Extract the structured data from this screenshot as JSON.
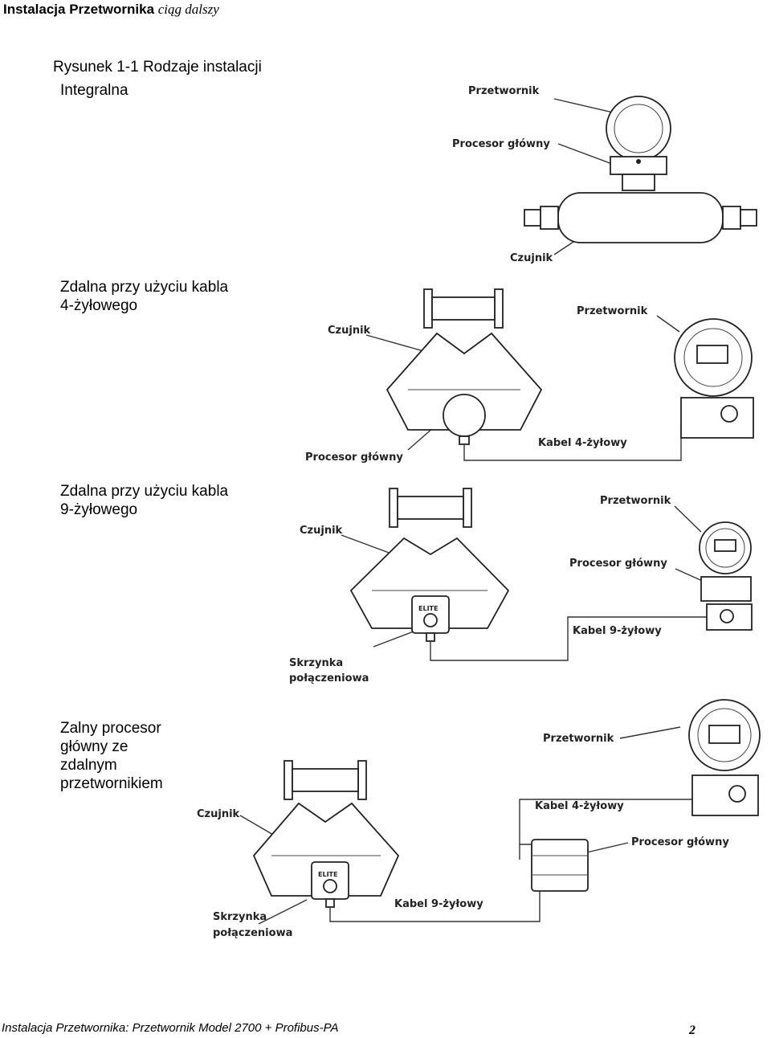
{
  "header": {
    "title": "Instalacja Przetwornika",
    "continued": "ciąg dalszy"
  },
  "figure_title": "Rysunek 1-1 Rodzaje instalacji",
  "sections": {
    "integral": {
      "title": "Integralna",
      "labels": {
        "transmitter": "Przetwornik",
        "core": "Procesor główny",
        "sensor": "Czujnik"
      }
    },
    "remote4": {
      "title_line1": "Zdalna przy użyciu kabla",
      "title_line2": "4-żyłowego",
      "labels": {
        "sensor": "Czujnik",
        "transmitter": "Przetwornik",
        "cable": "Kabel 4-żyłowy",
        "core": "Procesor główny"
      }
    },
    "remote9": {
      "title_line1": "Zdalna przy użyciu kabla",
      "title_line2": "9-żyłowego",
      "labels": {
        "sensor": "Czujnik",
        "transmitter": "Przetwornik",
        "core": "Procesor główny",
        "cable": "Kabel 9-żyłowy",
        "jbox_line1": "Skrzynka",
        "jbox_line2": "połączeniowa",
        "badge": "ELITE"
      }
    },
    "remote_core": {
      "title_line1": "Zalny procesor",
      "title_line2": "główny ze",
      "title_line3": "zdalnym",
      "title_line4": "przetwornikiem",
      "labels": {
        "transmitter": "Przetwornik",
        "cable4": "Kabel 4-żyłowy",
        "sensor": "Czujnik",
        "core": "Procesor główny",
        "cable9": "Kabel 9-żyłowy",
        "jbox_line1": "Skrzynka",
        "jbox_line2": "połączeniowa",
        "badge": "ELITE"
      }
    }
  },
  "footer": {
    "text": "Instalacja Przetwornika: Przetwornik Model 2700 + Profibus-PA",
    "page": "2"
  }
}
